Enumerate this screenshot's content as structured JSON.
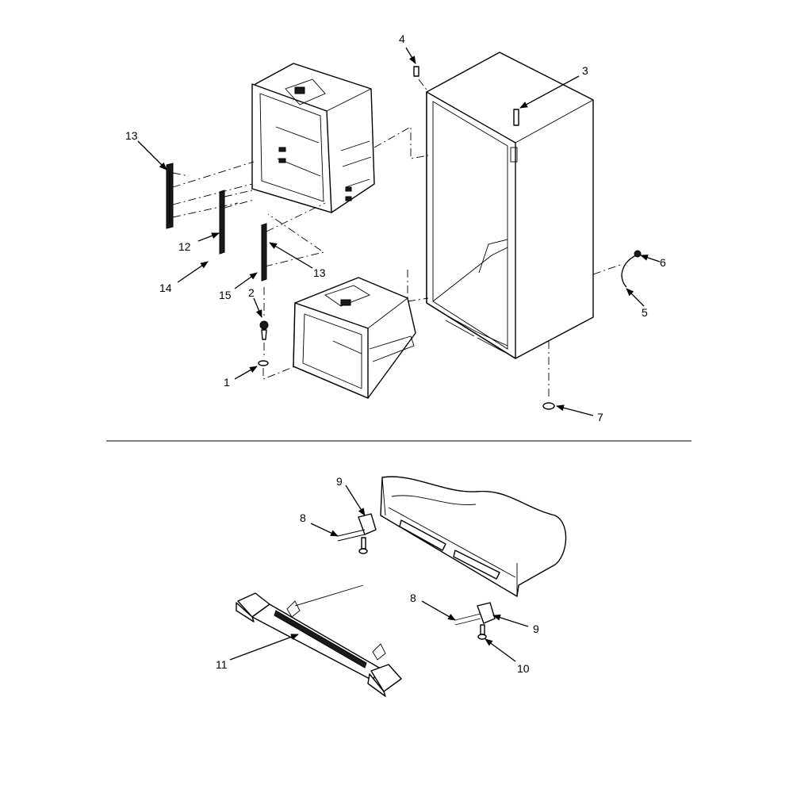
{
  "callouts": {
    "c1": "1",
    "c2": "2",
    "c3": "3",
    "c4": "4",
    "c5": "5",
    "c6": "6",
    "c7": "7",
    "c8a": "8",
    "c8b": "8",
    "c9a": "9",
    "c9b": "9",
    "c10": "10",
    "c11": "11",
    "c12": "12",
    "c13a": "13",
    "c13b": "13",
    "c14": "14",
    "c15": "15"
  }
}
